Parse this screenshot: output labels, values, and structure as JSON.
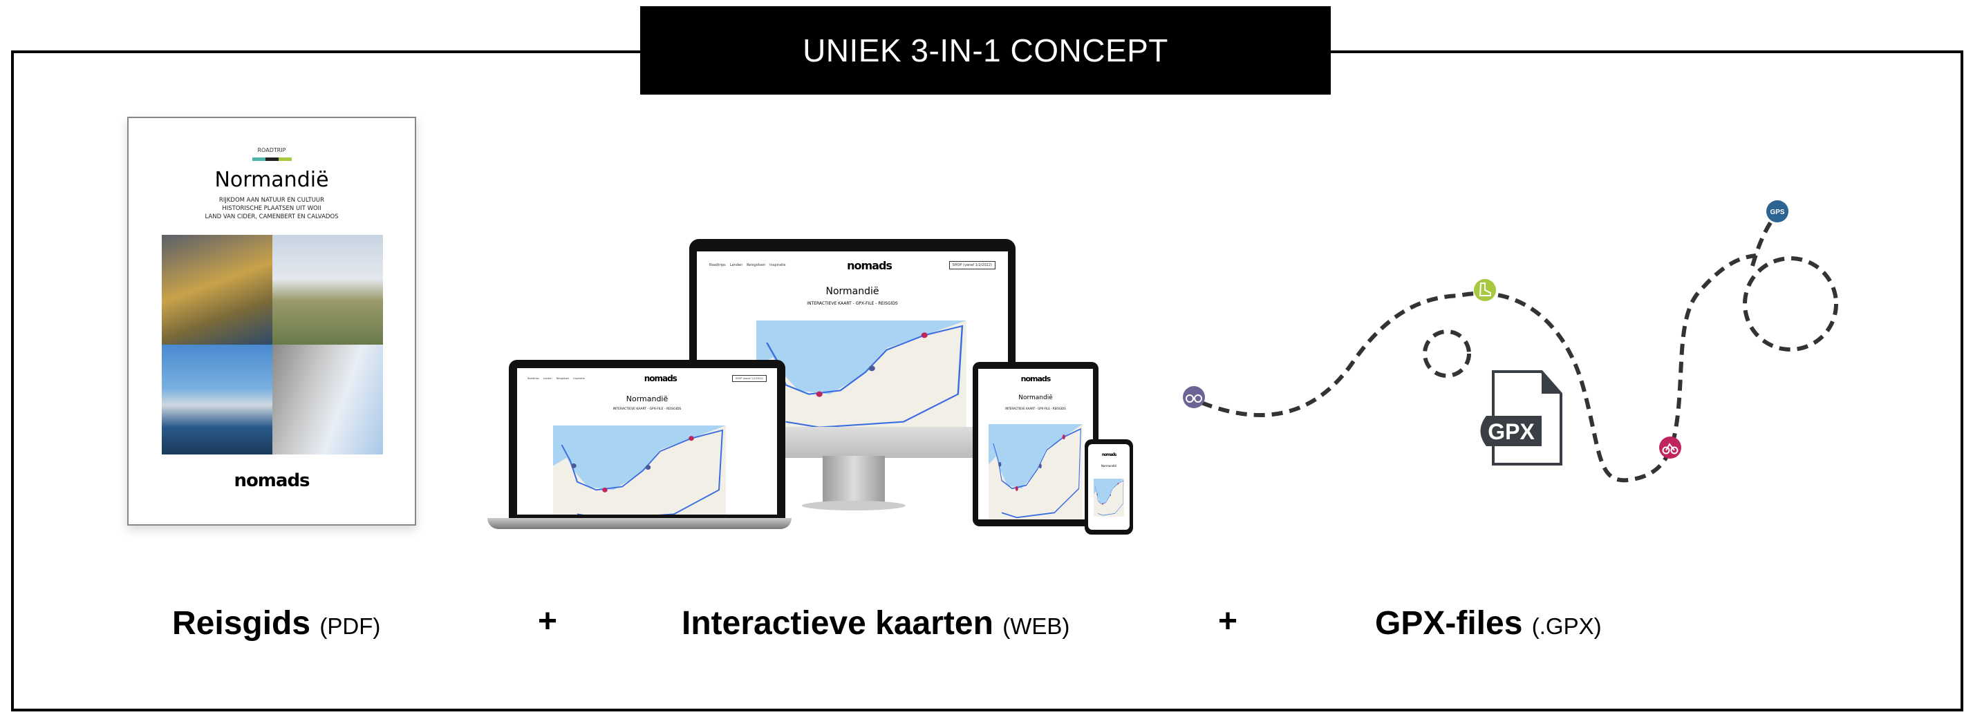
{
  "header": {
    "title": "UNIEK 3-IN-1 CONCEPT"
  },
  "book": {
    "kicker": "ROADTRIP",
    "title": "Normandië",
    "lines": [
      "RIJKDOM AAN NATUUR EN CULTUUR",
      "HISTORISCHE PLAATSEN UIT WOII",
      "LAND VAN CIDER, CAMENBERT EN CALVADOS"
    ],
    "logo": "nomads",
    "bar_colors": [
      "#4fb3a9",
      "#222222",
      "#a6c940"
    ]
  },
  "website": {
    "logo": "nomads",
    "nav": [
      "Roadtrips",
      "Landen",
      "Reisgidsen",
      "Inspiratie"
    ],
    "shop": "SHOP (vanaf 1/2/2022)",
    "title": "Normandië",
    "subtitle": "INTERACTIEVE KAART - GPX-FILE - REISGIDS"
  },
  "gpx": {
    "file_label": "GPX",
    "gps_label": "GPS",
    "colors": {
      "binoculars": "#6b6596",
      "boot": "#a6c940",
      "bike": "#c0245c",
      "gps": "#2b6392"
    }
  },
  "labels": [
    {
      "main": "Reisgids",
      "suffix": "(PDF)"
    },
    {
      "main": "Interactieve kaarten",
      "suffix": "(WEB)"
    },
    {
      "main": "GPX-files",
      "suffix": "(.GPX)"
    }
  ],
  "plus": "+"
}
